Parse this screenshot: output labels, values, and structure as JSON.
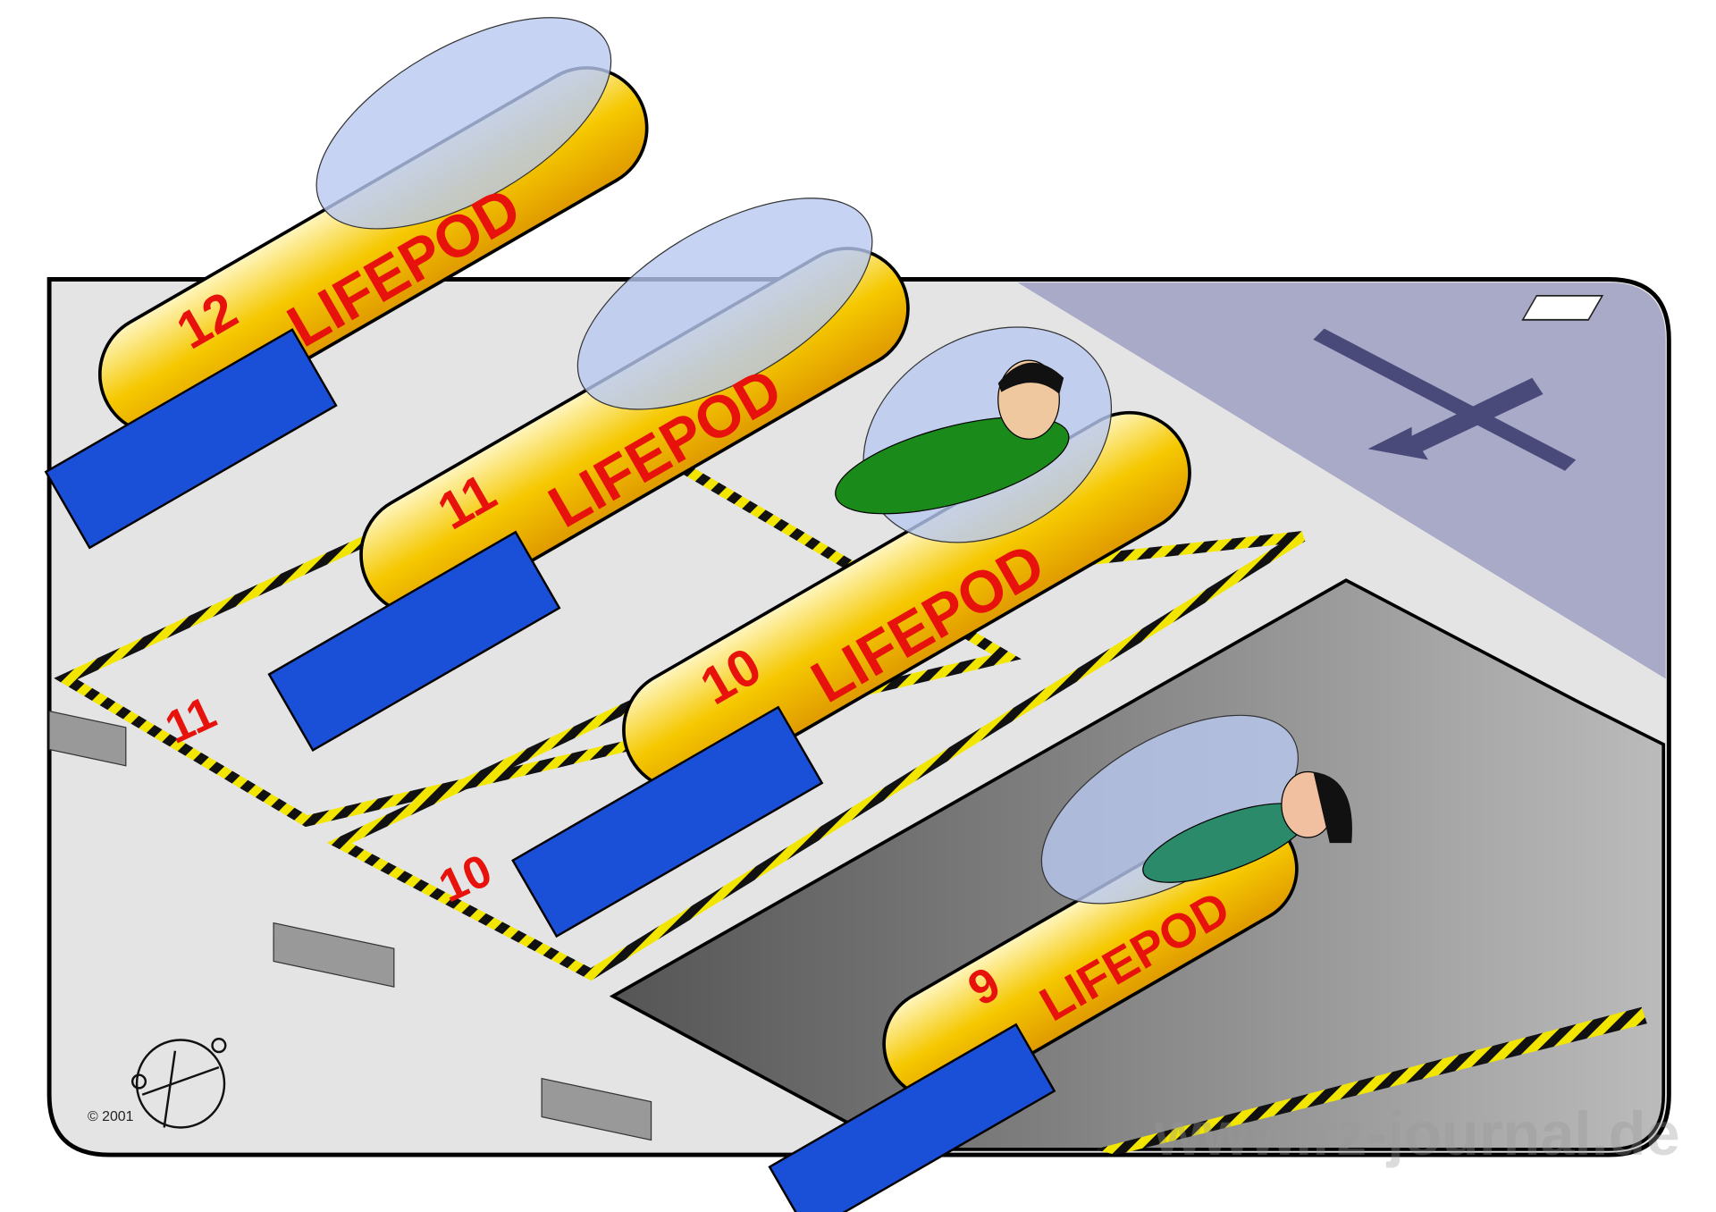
{
  "illustration": {
    "pods": [
      {
        "number": "12",
        "label": "LIFEPOD"
      },
      {
        "number": "11",
        "label": "LIFEPOD"
      },
      {
        "number": "10",
        "label": "LIFEPOD"
      },
      {
        "number": "9",
        "label": "LIFEPOD"
      }
    ],
    "bay_numbers": [
      "11",
      "10"
    ],
    "copyright": "© 2001",
    "watermark": "www.rz-journal.de",
    "colors": {
      "pod": "#f5c800",
      "canopy": "#b8c8f0",
      "frame": "#1a4fd8",
      "floor": "#e4e4e4",
      "pit": "#9a9a9a",
      "hazard": "#f2e600",
      "text": "#e8120c",
      "marking": "#a9a9c8"
    }
  }
}
